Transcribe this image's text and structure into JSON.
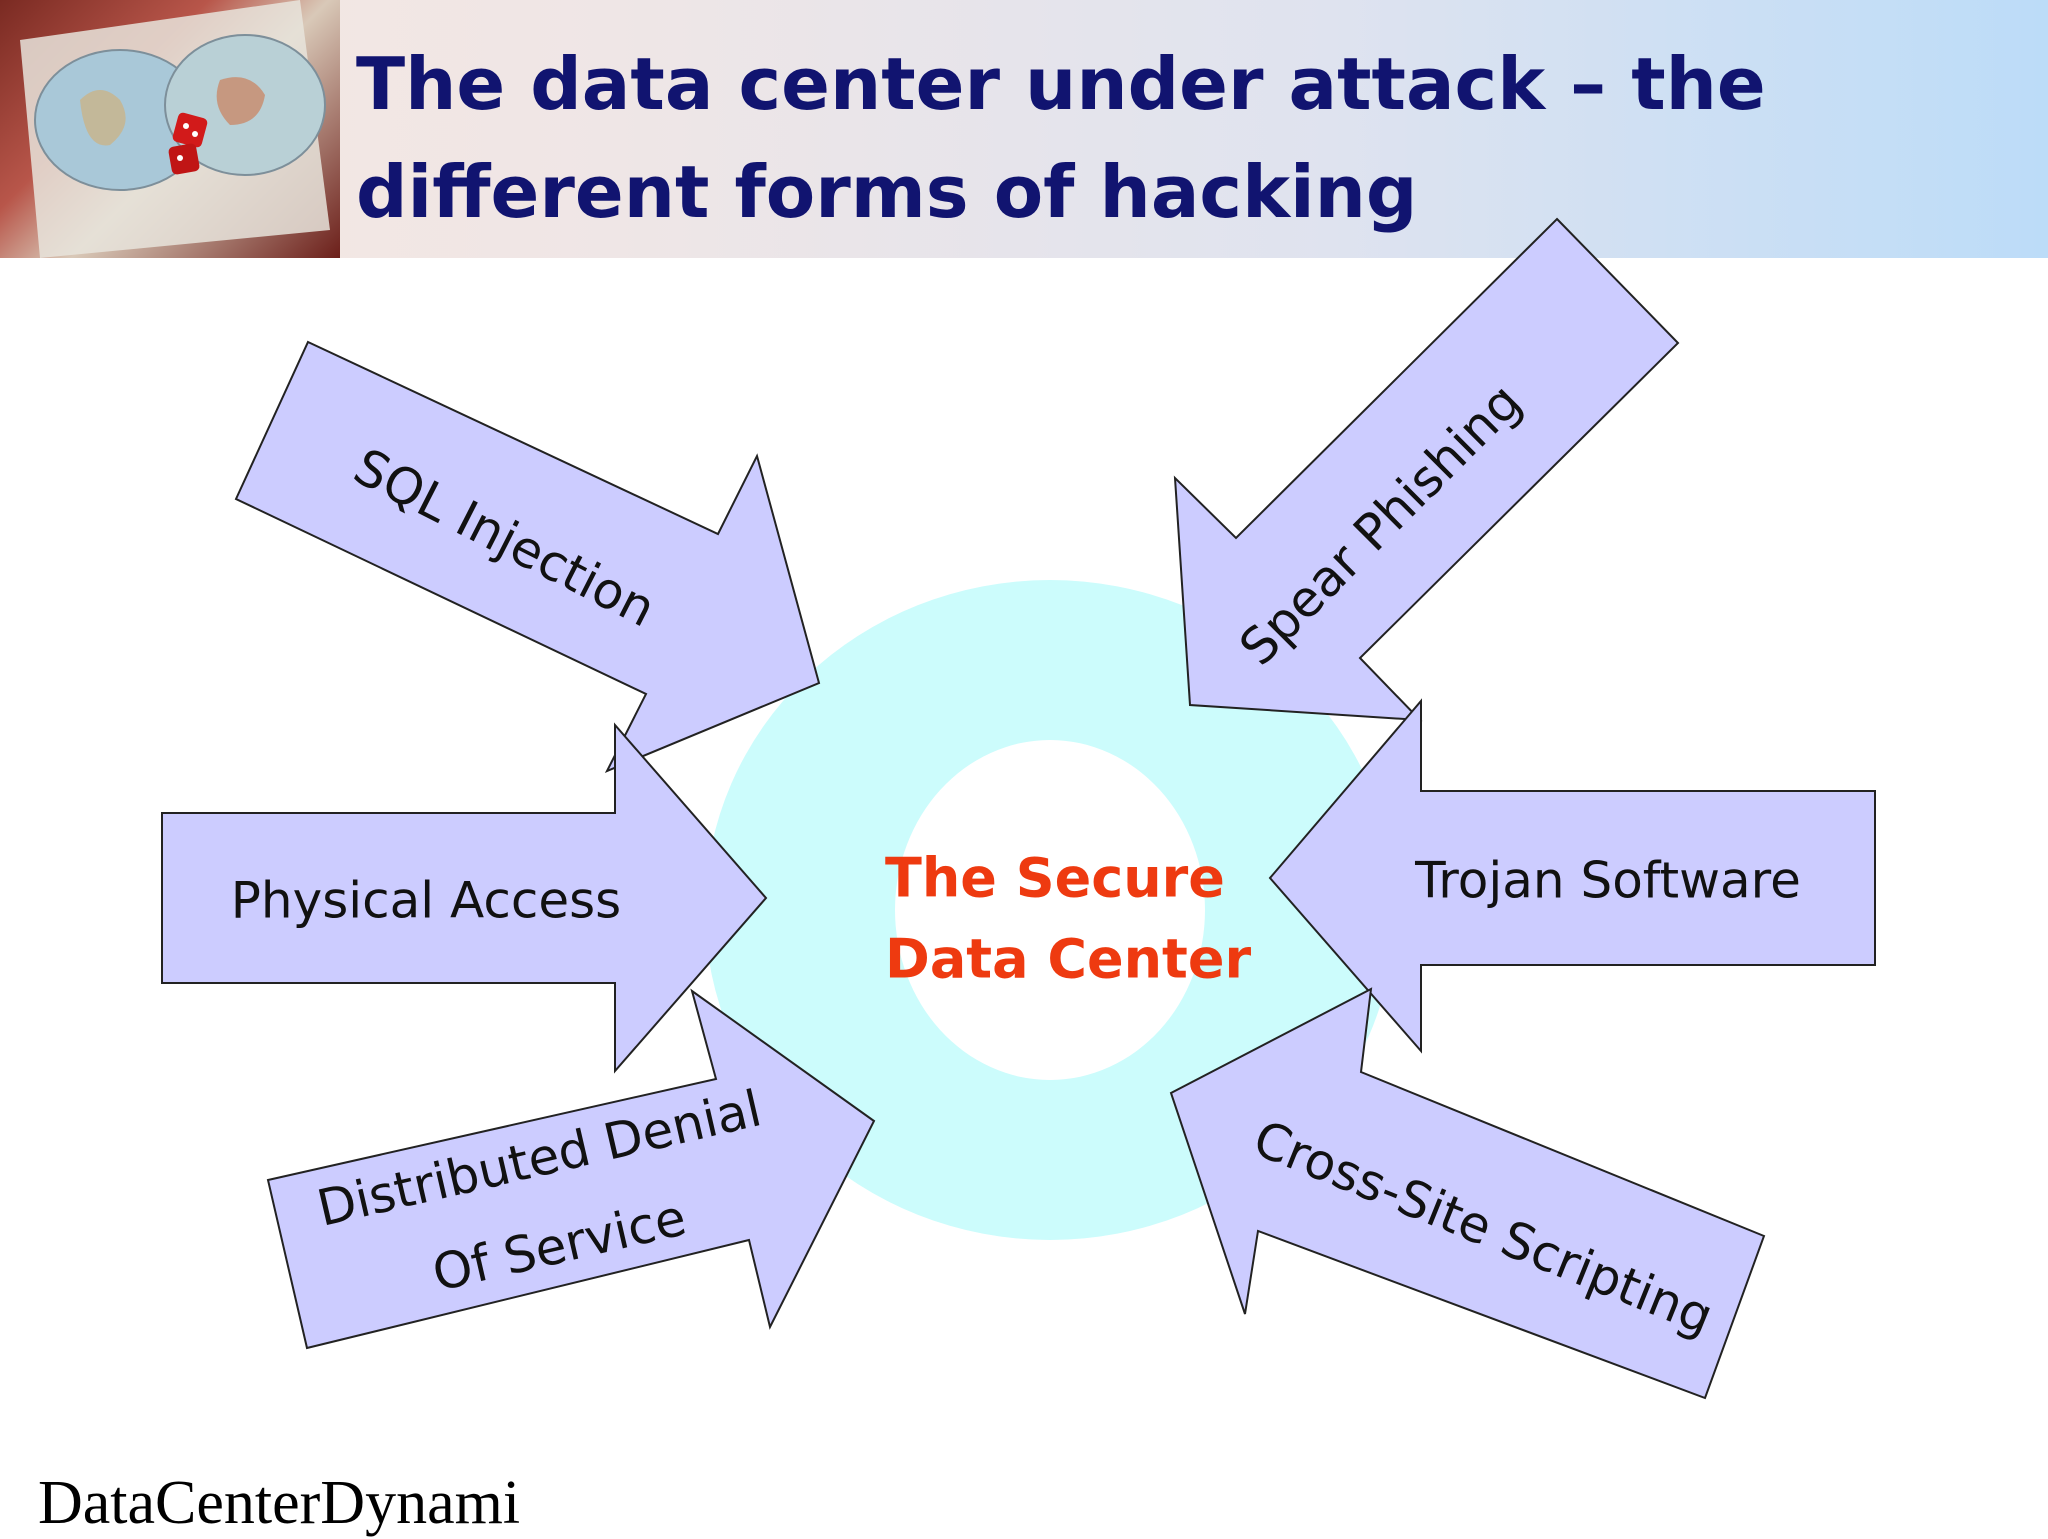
{
  "slide": {
    "title_line1": "The data center under attack – the",
    "title_line2": "different forms of hacking",
    "footer": "DataCenterDynami"
  },
  "diagram": {
    "center_label_line1": "The Secure",
    "center_label_line2": "Data Center",
    "attacks": [
      {
        "label": "SQL Injection"
      },
      {
        "label": "Spear Phishing"
      },
      {
        "label": "Physical Access"
      },
      {
        "label": "Trojan Software"
      },
      {
        "label_line1": "Distributed Denial",
        "label_line2": "Of Service"
      },
      {
        "label": "Cross-Site Scripting"
      }
    ]
  },
  "colors": {
    "title": "#111470",
    "arrow_fill": "#ccccff",
    "ring_fill": "#ccfcfc",
    "center_text": "#ee3a10"
  }
}
